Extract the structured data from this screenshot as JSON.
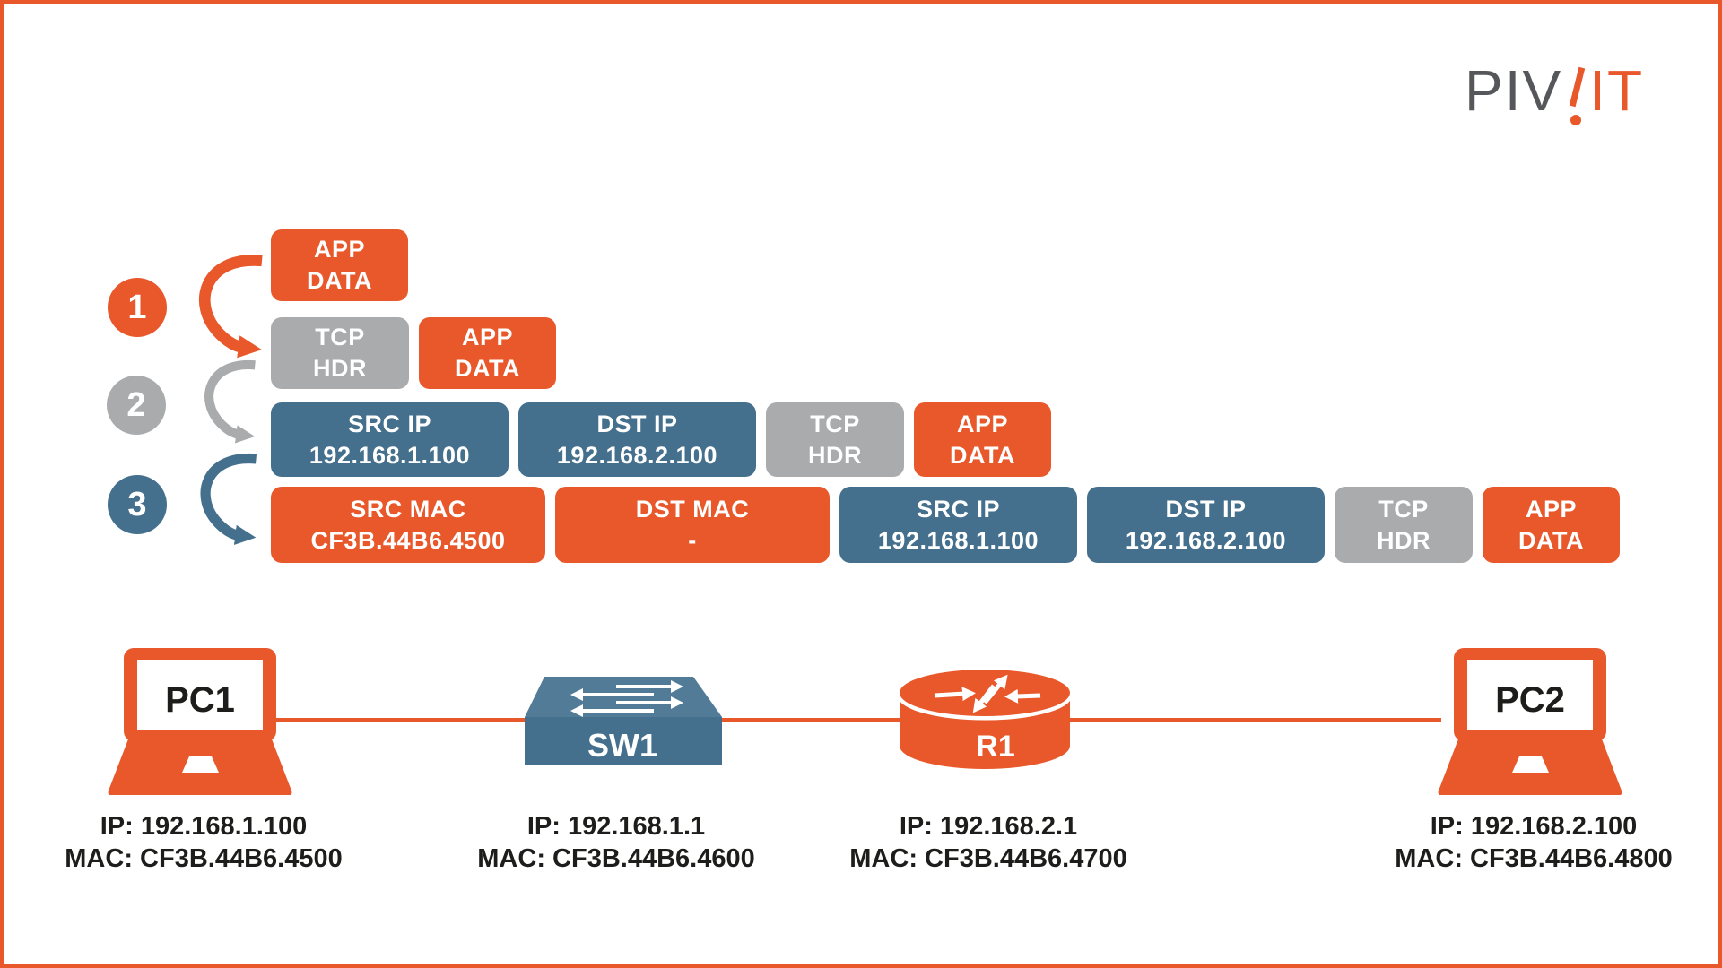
{
  "logo": {
    "part1": "PIV",
    "part2": "IT",
    "gray": "#55575B",
    "orange": "#E8582B"
  },
  "colors": {
    "orange": "#E8582B",
    "gray": "#A9ABAD",
    "blue": "#44708E",
    "switch_top": "#527B98",
    "switch_front": "#44708E",
    "text_dark": "#1D1D1B",
    "background": "#FFFFFF"
  },
  "encapsulation": {
    "steps": [
      {
        "number": "1",
        "color": "orange"
      },
      {
        "number": "2",
        "color": "gray"
      },
      {
        "number": "3",
        "color": "blue"
      }
    ],
    "rows": [
      {
        "boxes": [
          {
            "kind": "app",
            "color": "orange",
            "lines": [
              "APP",
              "DATA"
            ]
          }
        ]
      },
      {
        "boxes": [
          {
            "kind": "tcp",
            "color": "gray",
            "lines": [
              "TCP",
              "HDR"
            ]
          },
          {
            "kind": "app",
            "color": "orange",
            "lines": [
              "APP",
              "DATA"
            ]
          }
        ]
      },
      {
        "boxes": [
          {
            "kind": "ip",
            "color": "blue",
            "lines": [
              "SRC IP",
              "192.168.1.100"
            ]
          },
          {
            "kind": "ip",
            "color": "blue",
            "lines": [
              "DST IP",
              "192.168.2.100"
            ]
          },
          {
            "kind": "tcp",
            "color": "gray",
            "lines": [
              "TCP",
              "HDR"
            ]
          },
          {
            "kind": "app",
            "color": "orange",
            "lines": [
              "APP",
              "DATA"
            ]
          }
        ]
      },
      {
        "boxes": [
          {
            "kind": "mac",
            "color": "orange",
            "lines": [
              "SRC MAC",
              "CF3B.44B6.4500"
            ]
          },
          {
            "kind": "mac",
            "color": "orange",
            "lines": [
              "DST MAC",
              "-"
            ]
          },
          {
            "kind": "ip",
            "color": "blue",
            "lines": [
              "SRC IP",
              "192.168.1.100"
            ]
          },
          {
            "kind": "ip",
            "color": "blue",
            "lines": [
              "DST IP",
              "192.168.2.100"
            ]
          },
          {
            "kind": "tcp",
            "color": "gray",
            "lines": [
              "TCP",
              "HDR"
            ]
          },
          {
            "kind": "app",
            "color": "orange",
            "lines": [
              "APP",
              "DATA"
            ]
          }
        ]
      }
    ]
  },
  "devices": [
    {
      "id": "pc1",
      "name": "PC1",
      "ip": "IP: 192.168.1.100",
      "mac": "MAC: CF3B.44B6.4500"
    },
    {
      "id": "sw1",
      "name": "SW1",
      "ip": "IP: 192.168.1.1",
      "mac": "MAC: CF3B.44B6.4600"
    },
    {
      "id": "r1",
      "name": "R1",
      "ip": "IP: 192.168.2.1",
      "mac": "MAC: CF3B.44B6.4700"
    },
    {
      "id": "pc2",
      "name": "PC2",
      "ip": "IP: 192.168.2.100",
      "mac": "MAC: CF3B.44B6.4800"
    }
  ]
}
